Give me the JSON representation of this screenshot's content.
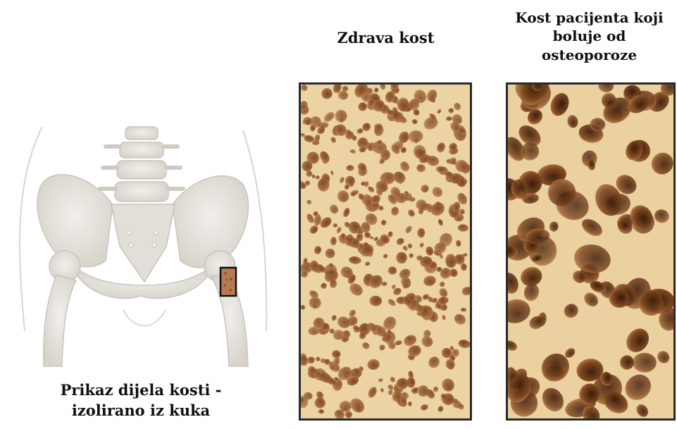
{
  "labels": {
    "healthy_bone": "Zdrava kost",
    "osteoporosis_bone": [
      "Kost pacijenta koji",
      "boluje od",
      "osteoporoze"
    ],
    "hip_section": [
      "Prikaz dijela kosti -",
      "izolirano iz kuka"
    ]
  },
  "colors": {
    "background": "#ffffff",
    "bone_light": "#e9e7e2",
    "bone_shade": "#cfcbc2",
    "bone_matrix": "#ecd2a2",
    "pore": "#9a6231",
    "pore_dark": "#4a2510",
    "frame": "#2a2a2a",
    "highlight_box": "#b06a45"
  },
  "panels": {
    "healthy": {
      "pore_size": "small",
      "pore_density": "high"
    },
    "osteoporotic": {
      "pore_size": "large",
      "pore_density": "low"
    }
  }
}
